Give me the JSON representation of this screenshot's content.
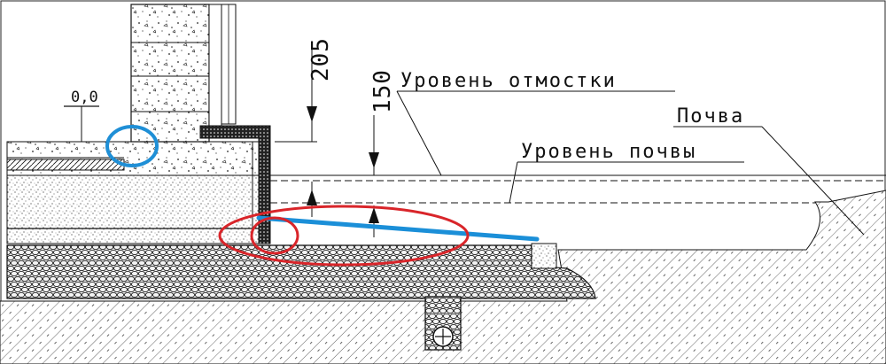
{
  "drawing": {
    "level_zero_mark": "0,0",
    "dimension_upper": "205",
    "dimension_lower": "150",
    "label_blind_area_level": "Уровень отмостки",
    "label_soil": "Почва",
    "label_soil_level": "Уровень почвы"
  },
  "colors": {
    "line": "#111111",
    "highlight_blue": "#1f8fd6",
    "highlight_red": "#d9252a",
    "slope_line": "#1b8fd8",
    "gravel_fill": "#f2f2f2"
  }
}
